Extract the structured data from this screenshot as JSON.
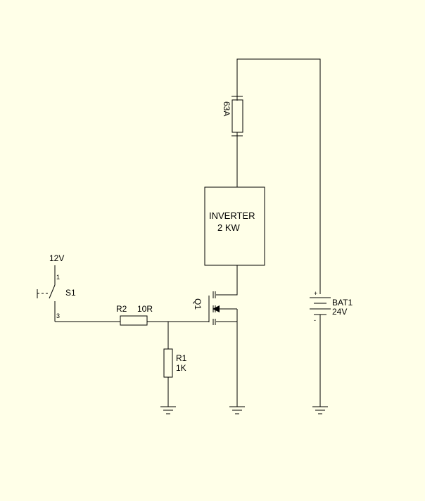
{
  "fuse": {
    "label": "63A"
  },
  "inverter": {
    "line1": "INVERTER",
    "line2": "2 KW"
  },
  "supply": {
    "label": "12V"
  },
  "switch": {
    "name": "S1",
    "pin1": "1",
    "pin3": "3"
  },
  "r2": {
    "name": "R2",
    "value": "10R"
  },
  "r1": {
    "name": "R1",
    "value": "1K"
  },
  "transistor": {
    "name": "Q1"
  },
  "battery": {
    "name": "BAT1",
    "value": "24V",
    "plus": "+",
    "minus": "-"
  },
  "colors": {
    "background": "#ffffe8",
    "stroke": "#000000"
  }
}
